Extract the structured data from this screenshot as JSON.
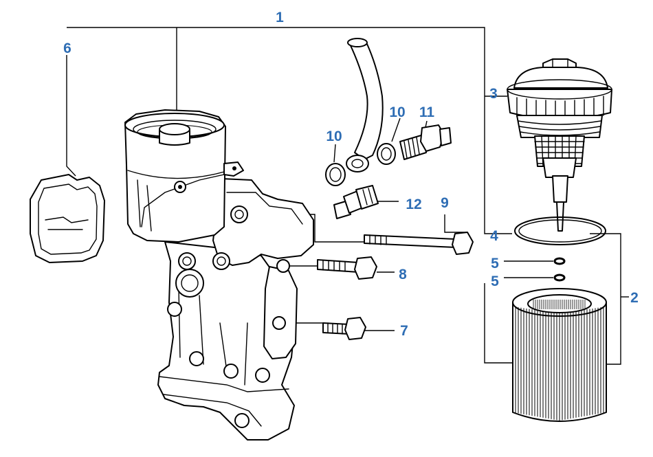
{
  "colors": {
    "callout": "#2e6db4",
    "line": "#000000",
    "background": "#ffffff"
  },
  "callouts": [
    {
      "key": "c1",
      "text": "1"
    },
    {
      "key": "c6",
      "text": "6"
    },
    {
      "key": "c3",
      "text": "3"
    },
    {
      "key": "c10a",
      "text": "10"
    },
    {
      "key": "c10b",
      "text": "10"
    },
    {
      "key": "c11",
      "text": "11"
    },
    {
      "key": "c12",
      "text": "12"
    },
    {
      "key": "c9",
      "text": "9"
    },
    {
      "key": "c4",
      "text": "4"
    },
    {
      "key": "c5a",
      "text": "5"
    },
    {
      "key": "c5b",
      "text": "5"
    },
    {
      "key": "c2",
      "text": "2"
    },
    {
      "key": "c8",
      "text": "8"
    },
    {
      "key": "c7",
      "text": "7"
    }
  ]
}
